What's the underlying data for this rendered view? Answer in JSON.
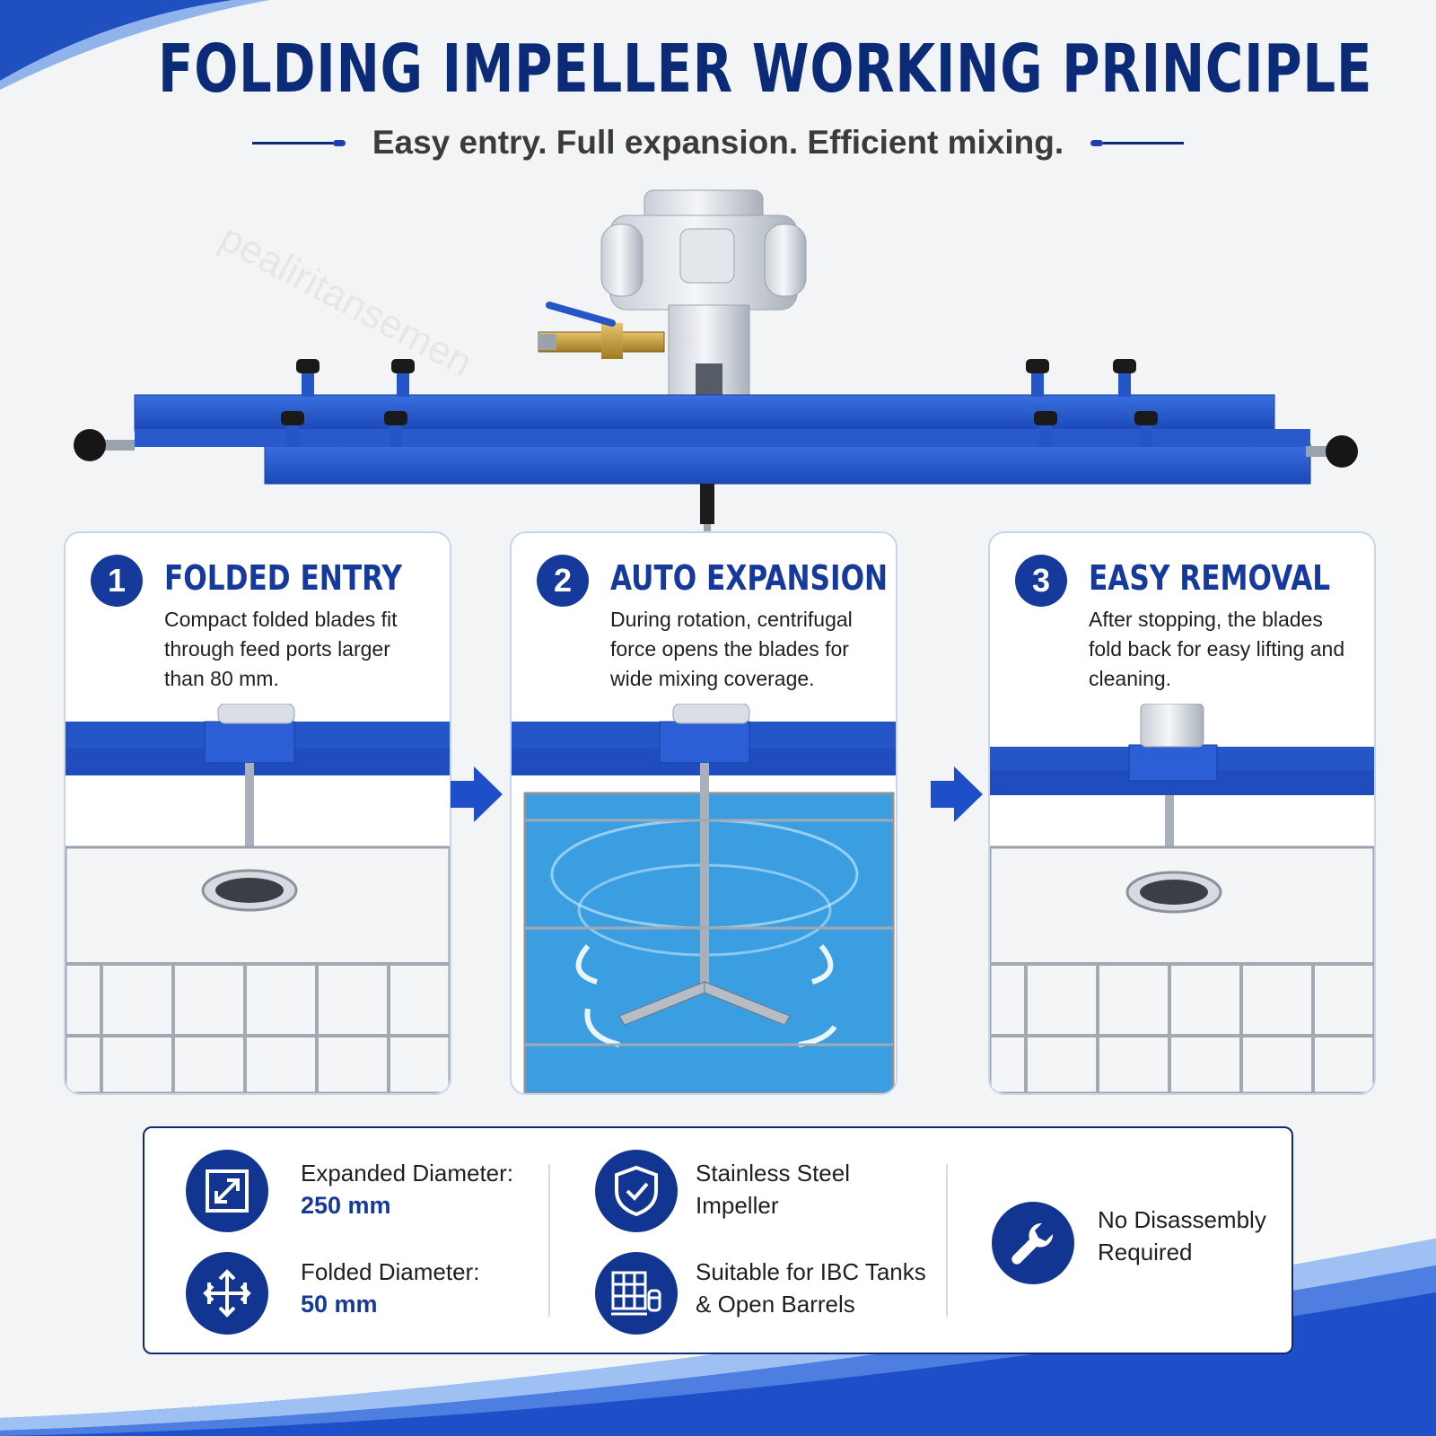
{
  "header": {
    "title": "FOLDING IMPELLER WORKING PRINCIPLE",
    "subtitle": "Easy entry. Full expansion. Efficient mixing."
  },
  "steps": [
    {
      "number": "1",
      "title": "FOLDED ENTRY",
      "description": "Compact folded blades fit through feed ports larger than 80 mm."
    },
    {
      "number": "2",
      "title": "AUTO EXPANSION",
      "description": "During rotation, centrifugal force opens the blades for wide mixing coverage."
    },
    {
      "number": "3",
      "title": "EASY REMOVAL",
      "description": "After stopping, the blades fold back for easy lifting and cleaning."
    }
  ],
  "features": {
    "expanded": {
      "label": "Expanded Diameter:",
      "value": "250 mm",
      "icon": "expand-diagonal-icon"
    },
    "folded": {
      "label": "Folded Diameter:",
      "value": "50 mm",
      "icon": "compress-arrows-icon"
    },
    "steel": {
      "line1": "Stainless Steel",
      "line2": "Impeller",
      "icon": "shield-check-icon"
    },
    "ibc": {
      "line1": "Suitable for IBC Tanks",
      "line2": "& Open Barrels",
      "icon": "ibc-tank-icon"
    },
    "disassembly": {
      "line1": "No Disassembly",
      "line2": "Required",
      "icon": "wrench-icon"
    }
  },
  "watermark": "pealiritansemen",
  "colors": {
    "navy": "#0b2a78",
    "accent_blue": "#1e4fc9",
    "frame_blue": "#2456c8",
    "water": "#3a9ee0"
  }
}
